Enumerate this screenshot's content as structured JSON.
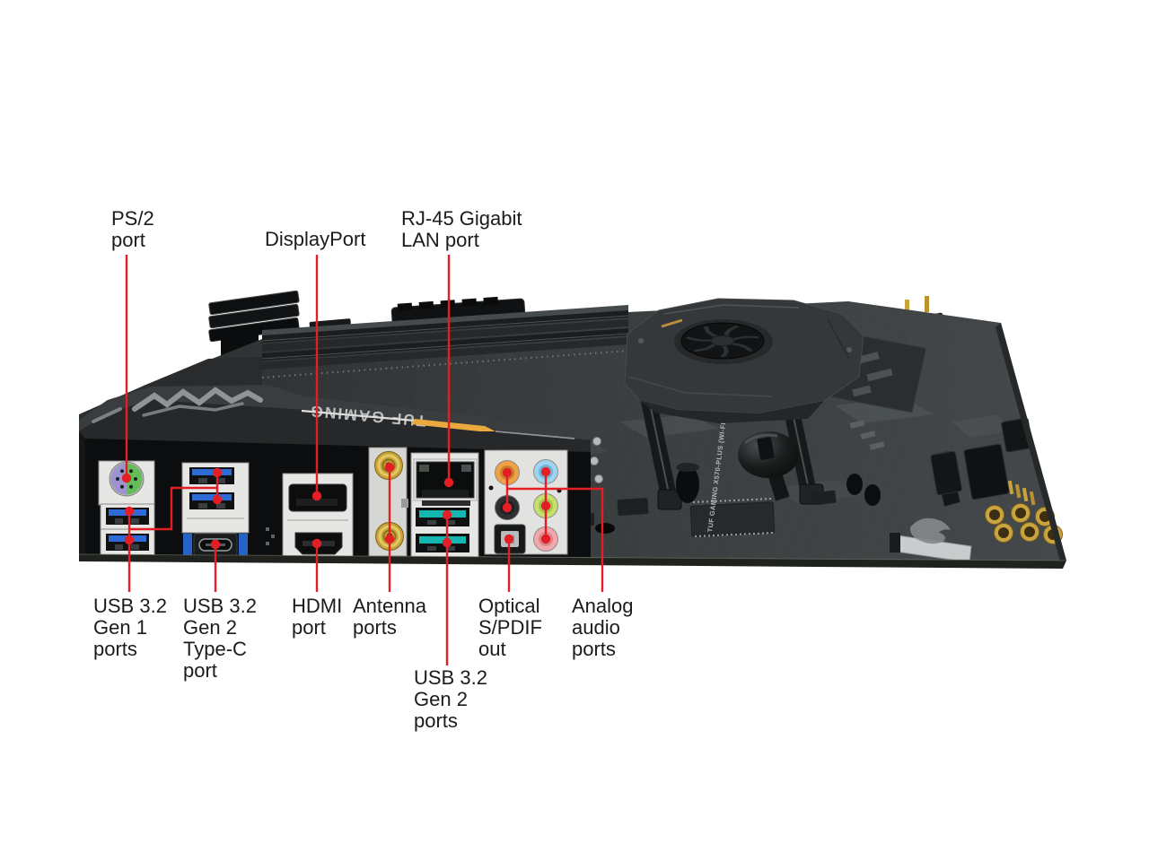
{
  "figure": {
    "background_color": "#ffffff",
    "labels": {
      "ps2": "PS/2\nport",
      "displayport": "DisplayPort",
      "lan": "RJ-45 Gigabit\nLAN port",
      "usb_gen1": "USB 3.2\nGen 1\nports",
      "usb_typec": "USB 3.2\nGen 2\nType-C\nport",
      "hdmi": "HDMI\nport",
      "antenna": "Antenna\nports",
      "usb_gen2": "USB 3.2\nGen 2\nports",
      "optical": "Optical\nS/PDIF\nout",
      "analog": "Analog\naudio\nports"
    },
    "board": {
      "shroud_text": "TUF GAMING",
      "pcb_text": "TUF GAMING X570-PLUS (WI-FI)"
    },
    "colors": {
      "annotation_red": "#e31e24",
      "label_text": "#1b1b1b",
      "pcb_dark": "#303334",
      "shroud_gray": "#3a3d3f",
      "accent_orange": "#e9a93f",
      "usb_gen1_blue": "#2e6bd6",
      "usb_gen2_teal": "#13b7af",
      "usb_typec_blue": "#2563c9",
      "ps2_purple": "#9d93cf",
      "ps2_green": "#63bd58",
      "audio_side_orange": "#efa145",
      "audio_line_in_blue": "#9fd4ef",
      "audio_rear_black": "#2e2f31",
      "audio_line_out_green": "#c5e06c",
      "audio_mic_pink": "#f2a7ad",
      "antenna_gold": "#c8a237",
      "metal_plate": "#e6e6e4"
    }
  }
}
